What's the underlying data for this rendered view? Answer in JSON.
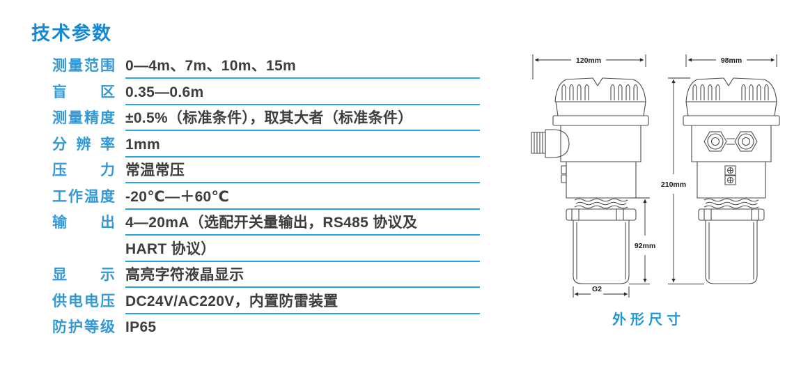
{
  "title": "技术参数",
  "table": {
    "rows": [
      {
        "label": "测量范围",
        "value": "0—4m、7m、10m、15m"
      },
      {
        "label": "盲区",
        "value": "0.35—0.6m"
      },
      {
        "label": "测量精度",
        "value": "±0.5%（标准条件），取其大者（标准条件）"
      },
      {
        "label": "分辨率",
        "value": "1mm"
      },
      {
        "label": "压力",
        "value": "常温常压"
      },
      {
        "label": "工作温度",
        "value": "-20℃—＋60℃"
      },
      {
        "label": "输出",
        "value": "4—20mA（选配开关量输出，RS485 协议及"
      },
      {
        "label": "",
        "value": "HART 协议）"
      },
      {
        "label": "显示",
        "value": "高亮字符液晶显示"
      },
      {
        "label": "供电电压",
        "value": "DC24V/AC220V，内置防雷装置"
      },
      {
        "label": "防护等级",
        "value": "IP65"
      }
    ]
  },
  "drawing": {
    "caption": "外形尺寸",
    "dims": {
      "front_width": "120mm",
      "side_width": "98mm",
      "total_height": "210mm",
      "horn_height": "92mm",
      "thread": "G2"
    }
  },
  "colors": {
    "title_blue": "#1687d2",
    "label_blue": "#3399d6",
    "divider_blue": "#2aa4e0",
    "caption_blue": "#2196d8",
    "value_text": "#3d3d3d",
    "drawing_line": "#4a4a4a"
  }
}
